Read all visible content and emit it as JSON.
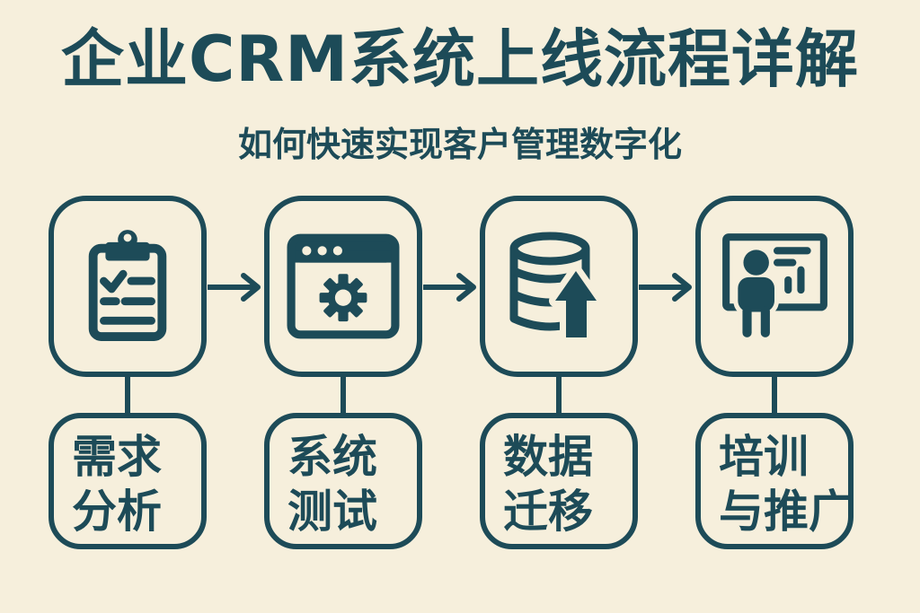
{
  "title": "企业CRM系统上线流程详解",
  "subtitle": "如何快速实现客户管理数字化",
  "colors": {
    "ink": "#1d4b58",
    "background": "#f6efdc"
  },
  "steps": [
    {
      "icon": "clipboard-checklist-icon",
      "label_line1": "需求",
      "label_line2": "分析"
    },
    {
      "icon": "browser-gear-icon",
      "label_line1": "系统",
      "label_line2": "测试"
    },
    {
      "icon": "database-upload-icon",
      "label_line1": "数据",
      "label_line2": "迁移"
    },
    {
      "icon": "presentation-trainer-icon",
      "label_line1": "培训",
      "label_line2": "与推广"
    }
  ]
}
